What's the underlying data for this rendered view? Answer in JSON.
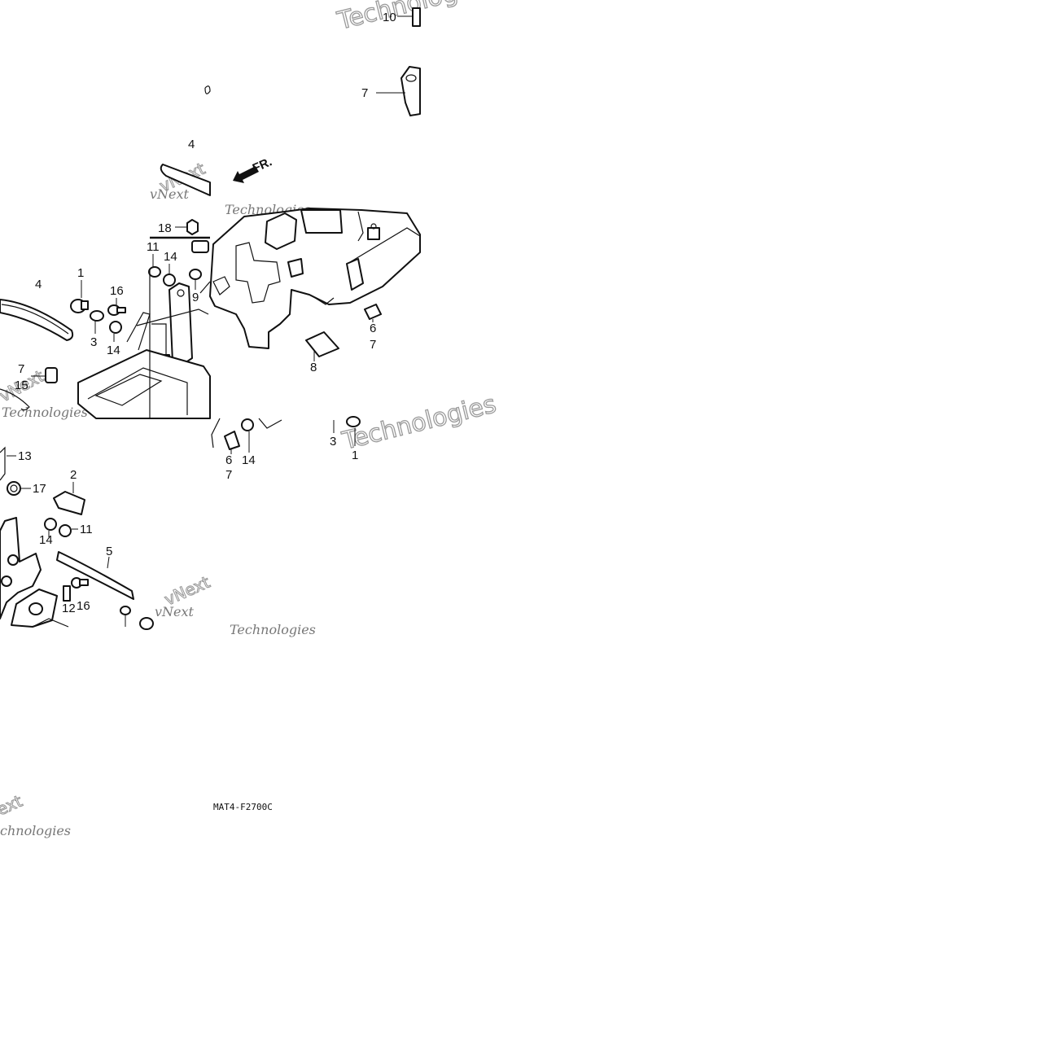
{
  "diagram_code": "MAT4-F2700C",
  "direction_label": "FR.",
  "watermark": {
    "line1": "vNext",
    "line2": "Technologies",
    "lower_left_line1": "ext",
    "lower_left_line2": "chnologies"
  },
  "callouts": {
    "c_10": "10",
    "c_7_top": "7",
    "c_4_top": "4",
    "c_18": "18",
    "c_11_top": "11",
    "c_14_mid": "14",
    "c_1_left": "1",
    "c_16_top": "16",
    "c_9": "9",
    "c_4_left": "4",
    "c_3_left": "3",
    "c_14_left": "14",
    "c_7_left": "7",
    "c_15": "15",
    "c_6_right": "6",
    "c_7_right": "7",
    "c_8": "8",
    "c_3_lower": "3",
    "c_1_lower": "1",
    "c_6_lower": "6",
    "c_7_lower": "7",
    "c_14_lower": "14",
    "c_13": "13",
    "c_2": "2",
    "c_17": "17",
    "c_11_lower": "11",
    "c_14_bottom": "14",
    "c_5": "5",
    "c_16_bottom": "16",
    "c_12": "12"
  }
}
